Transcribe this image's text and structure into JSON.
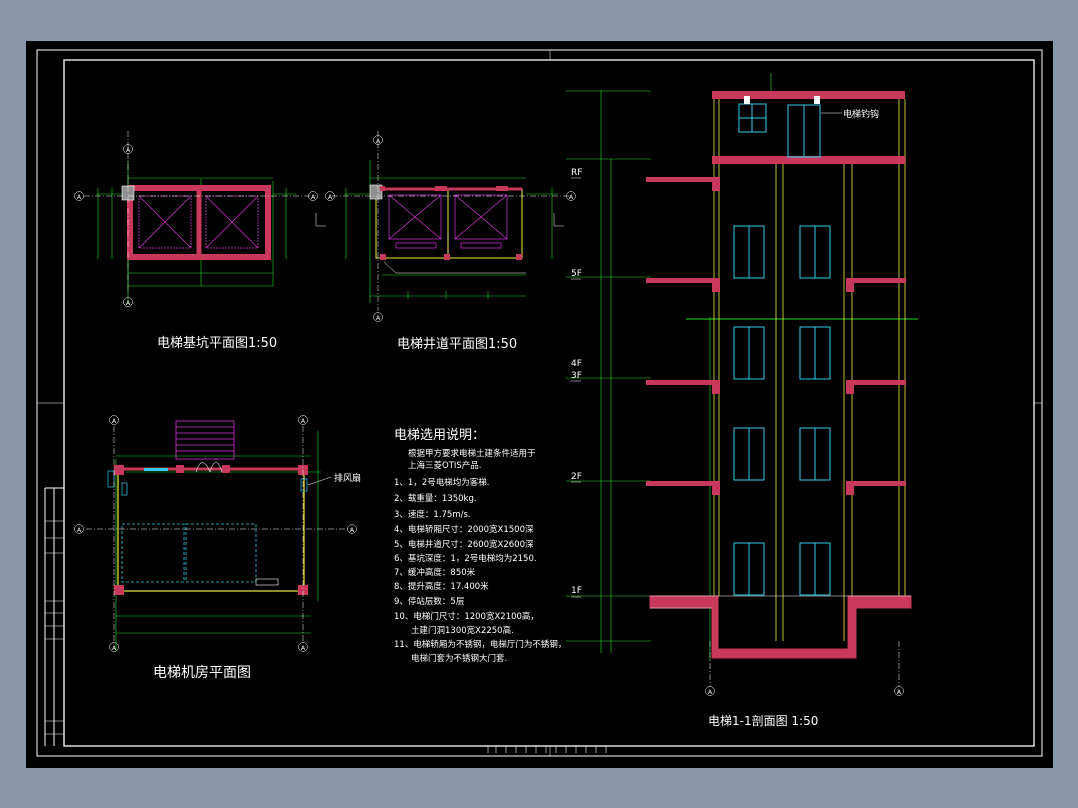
{
  "titles": {
    "pit_plan": "电梯基坑平面图1:50",
    "shaft_plan": "电梯井道平面图1:50",
    "machine_room": "电梯机房平面图",
    "section": "电梯1-1剖面图 1:50"
  },
  "notes": {
    "heading": "电梯选用说明：",
    "intro_1": "根据甲方要求电梯土建条件适用于",
    "intro_2": "上海三菱OTIS产品.",
    "items": [
      "1、1，2号电梯均为客梯.",
      "2、载重量：1350kg.",
      "3、速度：1.75m/s.",
      "4、电梯轿厢尺寸：2000宽X1500深",
      "5、电梯井道尺寸：2600宽X2600深",
      "6、基坑深度：1，2号电梯均为2150.",
      "7、缓冲高度：850米",
      "8、提升高度：17.400米",
      "9、停站层数：5层",
      "10、电梯门尺寸：1200宽X2100高，",
      "土建门洞1300宽X2250高.",
      "11、电梯轿厢为不锈钢，电梯厅门为不锈钢，",
      "电梯门套为不锈钢大门套."
    ]
  },
  "section_labels": {
    "elevator_hook": "电梯钓钩",
    "floors": [
      "RF",
      "5F",
      "4F",
      "3F",
      "2F",
      "1F"
    ]
  },
  "machine_room": {
    "exhaust_fan": "排风扇"
  },
  "axis_label": "A",
  "colors": {
    "page_bg": "#8a97a9",
    "sheet_bg": "#000000",
    "wall": "#c8385a",
    "dimension": "#22dd22",
    "elevator": "#dd33dd",
    "door": "#33ccee",
    "column_line": "#eeee44"
  }
}
